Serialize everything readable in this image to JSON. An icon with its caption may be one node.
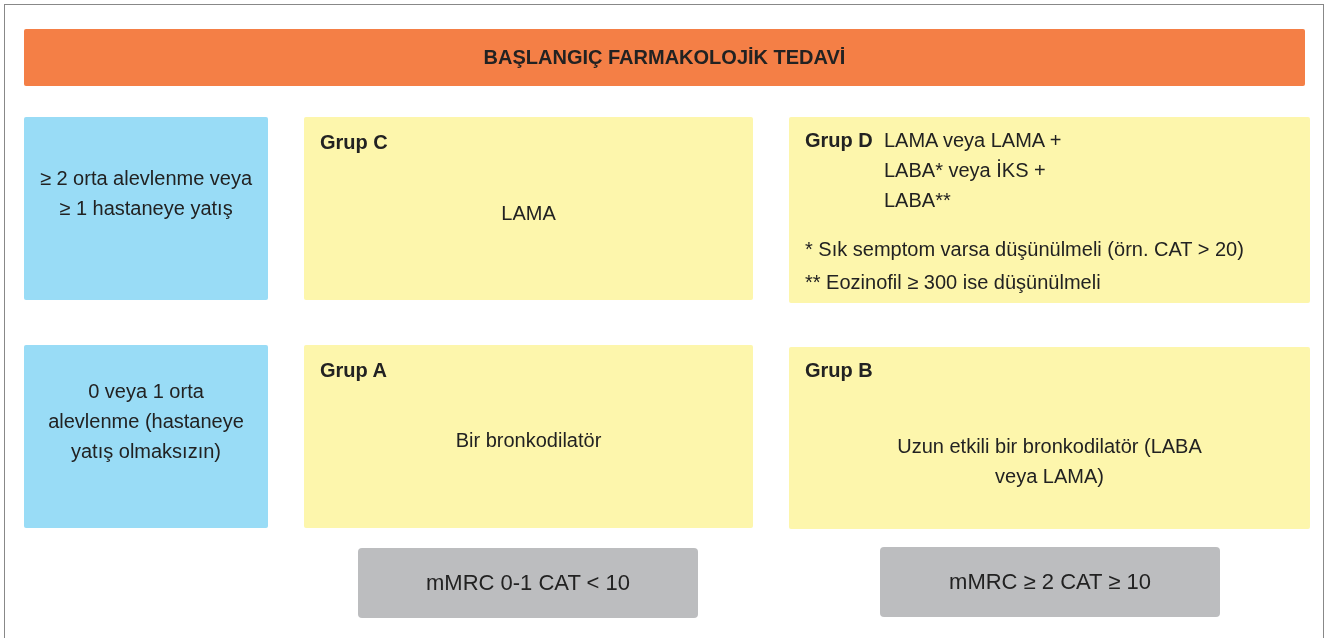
{
  "diagram": {
    "nodes": [
      {
        "text": [
          "BAŞLANGIÇ FARMAKOLOJİK TEDAVİ"
        ]
      },
      {
        "text": [
          "≥ 2 orta alevlenme veya ≥ 1 hastaneye yatış"
        ]
      },
      {
        "text": [
          "Grup C",
          "LAMA"
        ]
      },
      {
        "text": [
          "Grup D",
          "LAMA veya LAMA + LABA* veya İKS + LABA**",
          "* Sık semptom varsa düşünülmeli (örn. CAT > 20)",
          "** Eozinofil ≥ 300 ise düşünülmeli"
        ]
      },
      {
        "text": [
          "0 veya 1 orta alevlenme (hastaneye yatış olmaksızın)"
        ]
      },
      {
        "text": [
          "Grup A",
          "Bir bronkodilatör"
        ]
      },
      {
        "text": [
          "Grup B",
          "Uzun etkili bir bronkodilatör (LABA veya LAMA)"
        ]
      },
      {
        "text": [
          "mMRC 0-1 CAT < 10"
        ]
      },
      {
        "text": [
          "mMRC ≥ 2 CAT ≥ 10"
        ]
      }
    ]
  }
}
